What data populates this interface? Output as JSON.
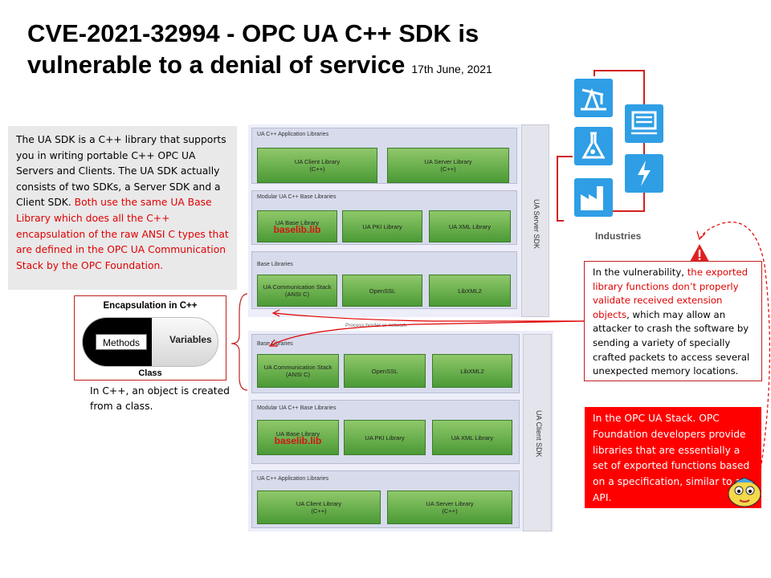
{
  "title": {
    "line1": "CVE-2021-32994 - OPC UA C++ SDK is",
    "line2": "vulnerable to a denial of service",
    "date": "17th June, 2021"
  },
  "intro": {
    "text_black": "The UA SDK is a C++ library that supports you in writing portable C++ OPC UA Servers and Clients. The UA SDK actually consists of two SDKs, a Server SDK and a Client SDK. ",
    "text_red": "Both use the same UA Base Library which does all the C++ encapsulation of the raw ANSI C types that are defined in the OPC UA Communication  Stack by the OPC Foundation."
  },
  "encapsulation": {
    "title": "Encapsulation in C++",
    "methods": "Methods",
    "variables": "Variables",
    "class": "Class",
    "caption": "In C++, an object is created from a class."
  },
  "server_sdk": {
    "label": "UA Server SDK",
    "app_libs": {
      "label": "UA C++ Application Libraries",
      "client": "UA Client Library\n(C++)",
      "server": "UA Server Library\n(C++)"
    },
    "modular": {
      "label": "Modular UA C++ Base Libraries",
      "base": "UA Base Library",
      "baselib": "baselib.lib",
      "pki": "UA PKI Library",
      "xml": "UA XML Library"
    },
    "base": {
      "label": "Base Libraries",
      "comm": "UA Communication Stack\n(ANSI C)",
      "openssl": "OpenSSL",
      "libxml": "LibXML2"
    }
  },
  "process_border": "Process border or network",
  "client_sdk": {
    "label": "UA Client SDK",
    "base": {
      "label": "Base Libraries",
      "comm": "UA Communication Stack\n(ANSI C)",
      "openssl": "OpenSSL",
      "libxml": "LibXML2"
    },
    "modular": {
      "label": "Modular UA C++ Base Libraries",
      "base": "UA Base Library",
      "baselib": "baselib.lib",
      "pki": "UA PKI Library",
      "xml": "UA XML Library"
    },
    "app_libs": {
      "label": "UA C++ Application Libraries",
      "client": "UA Client Library\n(C++)",
      "server": "UA Server Library\n(C++)"
    }
  },
  "vulnerability": {
    "text_a": "In the vulnerability, ",
    "text_red": "the exported library functions don’t properly validate received extension objects",
    "text_b": ", which may allow an attacker to crash the software by sending a variety of specially crafted packets to access several unexpected memory locations."
  },
  "opc_stack": {
    "text": "In the OPC UA Stack. OPC Foundation developers provide libraries that are essentially a set of exported functions based on a specification, similar to an API."
  },
  "industries": {
    "label": "Industries",
    "icons": [
      "oil-pump-icon",
      "flask-icon",
      "factory-icon",
      "control-panel-icon",
      "lightning-icon"
    ]
  },
  "colors": {
    "red": "#e00000",
    "box_red": "#ff0000",
    "green": "#4b9a36",
    "tile_blue": "#2f9ee5",
    "industry_line": "#d32020"
  }
}
